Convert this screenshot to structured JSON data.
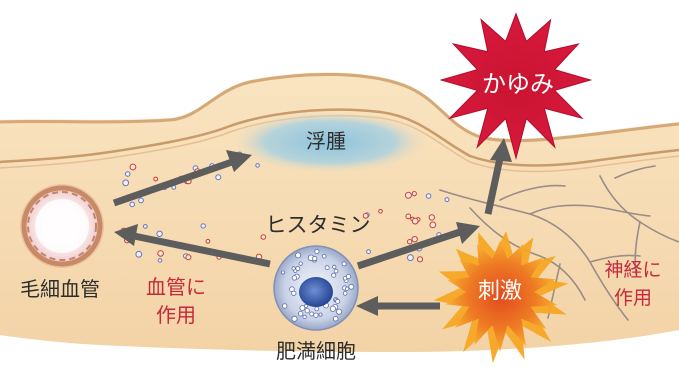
{
  "labels": {
    "itch": "かゆみ",
    "edema": "浮腫",
    "histamine": "ヒスタミン",
    "capillary": "毛細血管",
    "mast_cell": "肥満細胞",
    "stimulus": "刺激",
    "acts_on_vessels_line1": "血管に",
    "acts_on_vessels_line2": "作用",
    "acts_on_nerves_line1": "神経に",
    "acts_on_nerves_line2": "作用"
  },
  "colors": {
    "skin_light": "#f6dcb3",
    "skin_mid": "#efc99a",
    "skin_line": "#c99a6a",
    "edema_blue": "#9ec9de",
    "burst_red": "#d1153c",
    "burst_orange": "#e8532a",
    "burst_yellow": "#f5a623",
    "arrow_gray": "#5d5d5d",
    "effect_text_red": "#c8283c",
    "label_text": "#2d2d2d"
  }
}
